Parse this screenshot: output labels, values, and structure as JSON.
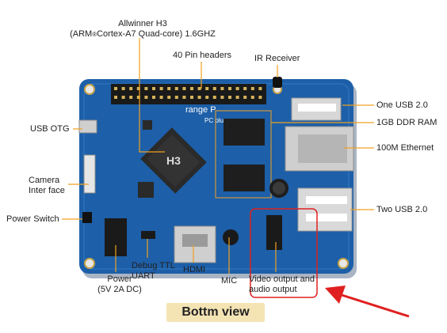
{
  "labels": {
    "soc_line1": "Allwinner H3",
    "soc_line2_pre": "(ARM",
    "soc_line2_mark": "®",
    "soc_line2_post": "Cortex-A7 Quad-core) 1.6GHZ",
    "pin_headers": "40 Pin headers",
    "ir_receiver": "IR Receiver",
    "one_usb": "One USB 2.0",
    "ddr_ram": "1GB DDR RAM",
    "ethernet": "100M Ethernet",
    "usb_otg": "USB OTG",
    "camera_line1": "Camera",
    "camera_line2": "Inter face",
    "two_usb": "Two USB 2.0",
    "power_switch": "Power Switch",
    "power_line1": "Power",
    "power_line2": "(5V 2A DC)",
    "debug_line1": "Debug TTL",
    "debug_line2": "UART",
    "hdmi": "HDMI",
    "mic": "MIC",
    "video_line1": "Video output and",
    "video_line2": "audio output"
  },
  "board": {
    "silkscreen_brand": "range P",
    "silkscreen_model": "PC plus",
    "soc_chip_mark": "H3"
  },
  "caption": "Bottm view",
  "colors": {
    "board": "#1d5fa8",
    "leader": "#f0a020",
    "highlight": "#e02020",
    "arrow": "#e02020",
    "caption_bg": "#f4e4b4"
  }
}
